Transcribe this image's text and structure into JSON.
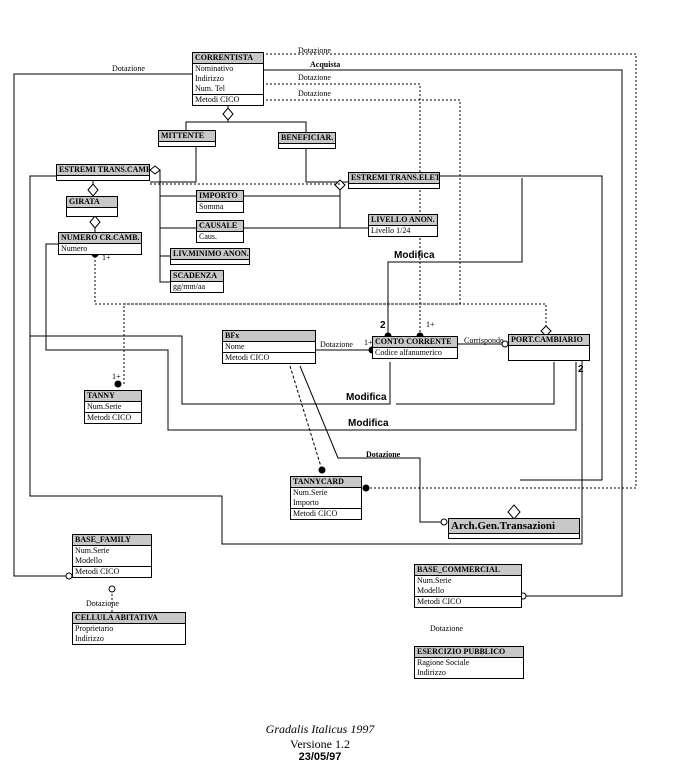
{
  "entities": {
    "correntista": {
      "title": "CORRENTISTA",
      "attrs": [
        "Nominativo",
        "Indirizzo",
        "Num. Tel"
      ],
      "methods": "Metodi CICO"
    },
    "mittente": {
      "title": "MITTENTE"
    },
    "beneficiar": {
      "title": "BENEFICIAR."
    },
    "estremi_cambi": {
      "title": "ESTREMI TRANS.CAMB."
    },
    "estremi_elett": {
      "title": "ESTREMI TRANS.ELETT."
    },
    "girata": {
      "title": "GIRATA"
    },
    "numero_camb": {
      "title": "NUMERO CR.CAMB.",
      "attrs": [
        "Numero"
      ]
    },
    "importo": {
      "title": "IMPORTO",
      "attrs": [
        "Somma"
      ]
    },
    "causale": {
      "title": "CAUSALE",
      "attrs": [
        "Caus."
      ]
    },
    "livello_anon": {
      "title": "LIVELLO ANON.",
      "attrs": [
        "Livello 1/24"
      ]
    },
    "liv_minimo": {
      "title": "LIV.MINIMO ANON."
    },
    "scadenza": {
      "title": "SCADENZA",
      "attrs": [
        "gg/mm/aa"
      ]
    },
    "bfx": {
      "title": "BFx",
      "attrs": [
        "Nome"
      ],
      "methods": "Metodi CICO"
    },
    "conto_corrente": {
      "title": "CONTO CORRENTE",
      "attrs": [
        "Codice alfanumerico"
      ]
    },
    "port_cambiario": {
      "title": "PORT.CAMBIARIO"
    },
    "tanny": {
      "title": "TANNY",
      "attrs": [
        "Num.Serie"
      ],
      "methods": "Metodi CICO"
    },
    "tannycard": {
      "title": "TANNYCARD",
      "attrs": [
        "Num.Serie",
        "Importo"
      ],
      "methods": "Metodi CICO"
    },
    "arch": {
      "title": "Arch.Gen.Transazioni"
    },
    "base_family": {
      "title": "BASE_FAMILY",
      "attrs": [
        "Num.Serie",
        "Modello"
      ],
      "methods": "Metodi CICO"
    },
    "cellula": {
      "title": "CELLULA ABITATIVA",
      "attrs": [
        "Proprietario",
        "Indirizzo"
      ]
    },
    "base_commercial": {
      "title": "BASE_COMMERCIAL",
      "attrs": [
        "Num.Serie",
        "Modello"
      ],
      "methods": "Metodi CICO"
    },
    "esercizio": {
      "title": "ESERCIZIO PUBBLICO",
      "attrs": [
        "Ragione Sociale",
        "Indirizzo"
      ]
    }
  },
  "labels": {
    "dotazione_top": "Dotazione",
    "dotazione_left": "Dotazione",
    "acquista": "Acquista",
    "dotazione_2": "Dotazione",
    "dotazione_3": "Dotazione",
    "modifica_1": "Modifica",
    "modifica_2": "Modifica",
    "modifica_3": "Modifica",
    "dotazione_bfx": "Dotazione",
    "dotazione_tannycard": "Dotazione",
    "corrisponde": "Corrisponde",
    "dotazione_family": "Dotazione",
    "dotazione_commercial": "Dotazione",
    "mult_1plus_a": "1+",
    "mult_1plus_b": "1+",
    "mult_1plus_c": "1+",
    "mult_1plus_d": "1+",
    "mult_2_a": "2",
    "mult_2_b": "2"
  },
  "footer": {
    "title": "Gradalis Italicus 1997",
    "version": "Versione 1.2",
    "date": "23/05/97"
  }
}
